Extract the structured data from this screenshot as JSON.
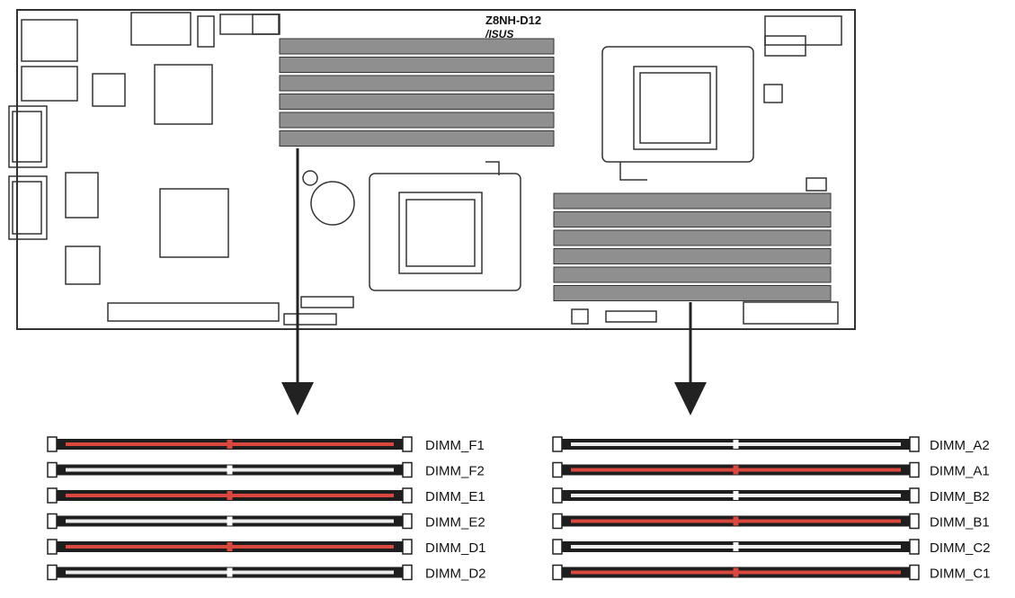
{
  "board": {
    "model": "Z8NH-D12",
    "brand": "/ISUS"
  },
  "slots_left": [
    {
      "label": "DIMM_F1",
      "color": "red"
    },
    {
      "label": "DIMM_F2",
      "color": "white"
    },
    {
      "label": "DIMM_E1",
      "color": "red"
    },
    {
      "label": "DIMM_E2",
      "color": "white"
    },
    {
      "label": "DIMM_D1",
      "color": "red"
    },
    {
      "label": "DIMM_D2",
      "color": "white"
    }
  ],
  "slots_right": [
    {
      "label": "DIMM_A2",
      "color": "white"
    },
    {
      "label": "DIMM_A1",
      "color": "red"
    },
    {
      "label": "DIMM_B2",
      "color": "white"
    },
    {
      "label": "DIMM_B1",
      "color": "red"
    },
    {
      "label": "DIMM_C2",
      "color": "white"
    },
    {
      "label": "DIMM_C1",
      "color": "red"
    }
  ],
  "colors": {
    "red": "#d9473f",
    "white": "#ececec",
    "slot_body": "#1e1e1e",
    "board_slot": "#8f8f8f",
    "line": "#222222"
  }
}
